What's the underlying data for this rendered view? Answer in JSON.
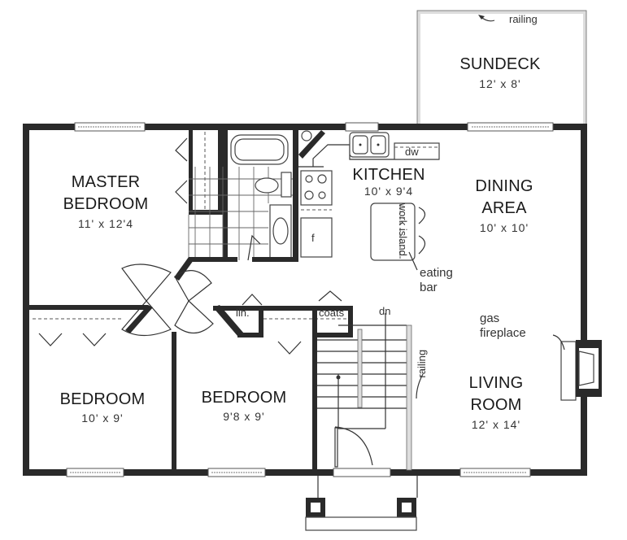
{
  "plan": {
    "rooms": [
      {
        "id": "sundeck",
        "name": "SUNDECK",
        "dims": "12' x 8'"
      },
      {
        "id": "master-bedroom",
        "name_line1": "MASTER",
        "name_line2": "BEDROOM",
        "dims": "11' x 12'4"
      },
      {
        "id": "kitchen",
        "name": "KITCHEN",
        "dims": "10' x 9'4"
      },
      {
        "id": "dining-area",
        "name_line1": "DINING",
        "name_line2": "AREA",
        "dims": "10' x 10'"
      },
      {
        "id": "bedroom-left",
        "name": "BEDROOM",
        "dims": "10' x 9'"
      },
      {
        "id": "bedroom-middle",
        "name": "BEDROOM",
        "dims": "9'8 x 9'"
      },
      {
        "id": "living-room",
        "name_line1": "LIVING",
        "name_line2": "ROOM",
        "dims": "12' x 14'"
      }
    ],
    "annotations": {
      "railing_top": "railing",
      "railing_stair": "railing",
      "dw": "dw",
      "work_island_line1": "work",
      "work_island_line2": "island",
      "eating_bar_line1": "eating",
      "eating_bar_line2": "bar",
      "gas_fireplace_line1": "gas",
      "gas_fireplace_line2": "fireplace",
      "linen": "lin.",
      "coats": "coats",
      "stairs_down": "dn",
      "fridge": "f"
    }
  }
}
